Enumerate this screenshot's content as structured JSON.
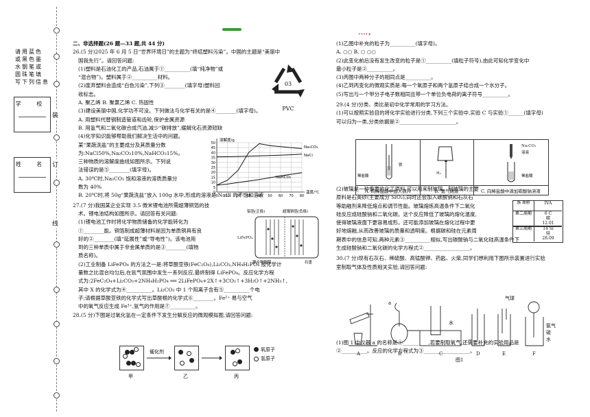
{
  "side": {
    "hint_rows": [
      "请用蓝色",
      "或黑色墨",
      "水钢笔或",
      "圆珠笔填",
      "写下列信息"
    ],
    "school_label": "学 校",
    "name_label": "姓 名",
    "cut_marks": [
      "装",
      "订",
      "线"
    ]
  },
  "left": {
    "lines": [
      {
        "t": "二、非选择题(26 题—33 题,共 44 分)",
        "bold": true
      },
      {
        "t": "26.(5 分)2025 年 6 月 5 日“世界环境日”的主题为“终结塑料污染”。中国的主题是“美丽中"
      },
      {
        "t": "国我先行”。请回答问题:",
        "ind": true
      },
      {
        "t": "(1)塑料是石油化工的产品,石油属于①__________(填“纯净物”或",
        "ind": true
      },
      {
        "t": "“混合物”)。塑料属于②__________材料。",
        "ind": true
      },
      {
        "t": "(2)废弃塑料会造成“白色污染”,下列③________(填字母)塑料回",
        "ind": true
      },
      {
        "t": "收标志。",
        "ind": true
      },
      {
        "t": "A. 聚乙烯        B. 聚氯乙烯        C. 热固性",
        "ind": true
      },
      {
        "t": "(3)建设美丽中国,化学功不可没。下列做法与化学有关的是④________(填字母)。",
        "ind": true
      },
      {
        "t": "A. 用塑料代替钢制造管道和齿轮,保护金属资源",
        "ind": true
      },
      {
        "t": "B. 用氢气和二氧化碳合成汽油,减少“碳排放”,缓解化石资源短缺",
        "ind": true
      },
      {
        "t": "(4)化学知识能够帮助我们解决生活中的问题。",
        "ind": true
      },
      {
        "t": "某“果蔬洗盐”的主要成分及其质量分数",
        "ind": true
      },
      {
        "t": "为:NaCl50%,Na₂CO₃10%,NaHCO₃15%。",
        "ind": true
      },
      {
        "t": "三种物质的溶解度曲线如图所示。下列说",
        "ind": true
      },
      {
        "t": "法错误的是⑤________(填字母)。",
        "ind": true
      },
      {
        "t": "A. 30℃时,Na₂CO₃ 饱和溶液的溶质质量分",
        "ind": true
      },
      {
        "t": "数为 40%",
        "ind": true
      },
      {
        "t": "B. 20℃时,将 50g“果蔬洗盐”放入 100g 水中,形成的溶液是 NaCl 的不饱和溶液",
        "ind": true
      },
      {
        "t": "27.(7 分)我国某企业实现 3.5 微米锂电池所需超薄铜箔的技"
      },
      {
        "t": "术。锂电池结构如图所示。请回答有关问题:",
        "ind": true
      },
      {
        "t": "(1)锂电池工作时将化学物质储备的化学能转化为",
        "ind": true
      },
      {
        "t": "①________能。铜箔制成超薄材料是因为单质铜具有良",
        "ind": true
      },
      {
        "t": "好的②________(填“延展性”或“导电性”)。该电池用",
        "ind": true
      },
      {
        "t": "到的三种单质中属于非金属单质的是③________(填物",
        "ind": true
      },
      {
        "t": "质名称)。",
        "ind": true
      },
      {
        "t": "(2)工业制备 LiFePO₄ 的方法之一是:将草酸亚铁(FeC₂O₄),Li₂CO₃,NH₄H₂PO₄ 按化学计",
        "ind": true
      },
      {
        "t": "量数之比混合均匀后,在氩气氛围中发生一系列反应,最终制得 LiFePO₄。反应化学方程",
        "ind": true
      },
      {
        "t": "式为:2FeC₂O₄+Li₂CO₃+2NH₄H₂PO₄ ══ 2LiFePO₄+2X↑+3CO₂↑+3H₂O↑+2NH₃↑,",
        "ind": true
      },
      {
        "t": "其中 X 的化学式为④__________。Li₂CO₃ 中 1 个阳离子含有⑤__________个电",
        "ind": true
      },
      {
        "t": "子;请根据草酸亚铁的化学式写出草酸根的化学式⑥________。Fe²⁺ 易与空气",
        "ind": true
      },
      {
        "t": "中的氧气反应生成 Fe³⁺,氩气的作用是⑦__________。",
        "ind": true
      },
      {
        "t": "28.(5 分)下图是过氧化氢在一定条件下发生分解反应的微观模拟图,请回答问题:"
      }
    ],
    "recycle": {
      "code": "03",
      "name": "PVC"
    },
    "battery": {
      "labels": [
        "铝箔(正极)",
        "超薄铜箔(负极)",
        "LiFePO₄",
        "聚合物隔膜",
        "石墨"
      ]
    },
    "molecule": {
      "arrow_label": "催化剂",
      "panels": [
        "甲",
        "乙",
        "丙"
      ],
      "legend": [
        "氢原子",
        "氧原子"
      ]
    }
  },
  "chart_data": {
    "type": "line",
    "xlabel": "温度/℃",
    "ylabel": "溶解度/g",
    "x": [
      0,
      10,
      20,
      30,
      40,
      50,
      60,
      70,
      80
    ],
    "xlim": [
      0,
      80
    ],
    "ylim": [
      0,
      50
    ],
    "yticks": [
      0,
      5,
      10,
      15,
      20,
      25,
      30,
      35,
      40,
      45,
      50
    ],
    "series": [
      {
        "name": "Na₂CO₃",
        "values": [
          7,
          12,
          22,
          40,
          49,
          47,
          46,
          45,
          44
        ]
      },
      {
        "name": "NaCl",
        "values": [
          35.7,
          35.8,
          36,
          36.3,
          36.6,
          37,
          37.3,
          37.8,
          38.4
        ]
      },
      {
        "name": "NaHCO₃",
        "values": [
          6.9,
          8.1,
          9.6,
          11.1,
          12.7,
          14.5,
          16.4,
          18,
          19.5
        ]
      }
    ]
  },
  "right": {
    "lines1": [
      {
        "t": "(1)乙图中补充的粒子为__________(填字母)。"
      },
      {
        "t": "A. ○○                    B. ○ ○○"
      },
      {
        "t": "(2)此变化前后没有发生改变的粒子是①__________(填粒子符号),由此可知化学变化中"
      },
      {
        "t": "最小粒子是②__________。"
      },
      {
        "t": "(3)丙图中两种分子的相同点是__________。"
      },
      {
        "t": "(4)乙到丙变化的微观实质是:每一个氧原子和两个氢原子结合成一个水分子。"
      },
      {
        "t": "(5)写出与一个甲分子电子数相同且带一个单位负电荷的离子符号__________。"
      },
      {
        "t": "29.(4 分)分类、类比是初中化学常用的学习方法。",
        "top": true
      },
      {
        "t": "(1)可以按照实验目的将化学实验进行分类,下列三个实验中,实验 C 与实验①______(填字母)"
      },
      {
        "t": "可以归为一类,分类依据是②______________________。"
      }
    ],
    "experiments": [
      {
        "caption": "A. 向稀盐酸中加入铁片",
        "labels": [
          "铁",
          "稀盐酸"
        ]
      },
      {
        "caption": "B. 氢气燃烧",
        "labels": [
          "H₂"
        ]
      },
      {
        "caption": "C. 向稀盐酸中滴加碳酸钠溶液",
        "labels": [
          "Na₂CO₃",
          "溶液",
          "稀盐酸"
        ]
      }
    ],
    "lines2": [
      {
        "t": "(2)玻璃是一种重要的化工原料,可以用来制玻璃。制玻璃的主要"
      },
      {
        "t": "原料是石英砂(主要成分 SiO₂),同时还会加入碳酸钠和石灰石"
      },
      {
        "t": "等助融剂来降低熔点和调节性能。玻璃熔炼高温条件下二氧化"
      },
      {
        "t": "硅反应成硅酸钠和二氧化碳。这个反应降低了玻璃的熔化温度,"
      },
      {
        "t": "使得玻璃液面下更容易成形。还可能添加玻璃在熔化过程中更"
      },
      {
        "t": "好地熔融,从而改善玻璃的质量和透明度。根据碳和硅在元素周"
      },
      {
        "t": "期表中的信息可知,两种元素③__________相似,写出碳酸钠与二氧化硅高温条件下"
      },
      {
        "t": "生成硅酸钠和二氧化碳的化学方程式②__________________。"
      },
      {
        "t": "30.(7 分)现有石灰石、稀硫酸、高锰酸钾、药匙、火柴,同学们想利用下图所示装置进行实验",
        "top": true
      },
      {
        "t": "室制取气体及性质相关实验,请回答问题:"
      }
    ],
    "ptable": {
      "group": "IVA",
      "row2": "第二周期",
      "row3": "第三周期",
      "c": {
        "num": "6",
        "sym": "C",
        "name": "碳",
        "mass": "12.01"
      },
      "si": {
        "num": "14",
        "sym": "Si",
        "name": "硅",
        "mass": "28.09"
      },
      "period_label": "族 周期"
    },
    "apparatus": {
      "letters": [
        "A",
        "B",
        "C",
        "D",
        "E",
        "F"
      ],
      "fig_label": "图1",
      "a_label": "a",
      "water": "水",
      "gas": "气球",
      "f_labels": [
        "氨气",
        "硫",
        "水"
      ]
    },
    "lines3": [
      {
        "t": "(1)图 1 中仪器 a 的名称是①__________,若要制取氧气,还需要补充的实验用品是"
      },
      {
        "t": "②__________。反应的化学方程式为③__________________。"
      }
    ]
  }
}
